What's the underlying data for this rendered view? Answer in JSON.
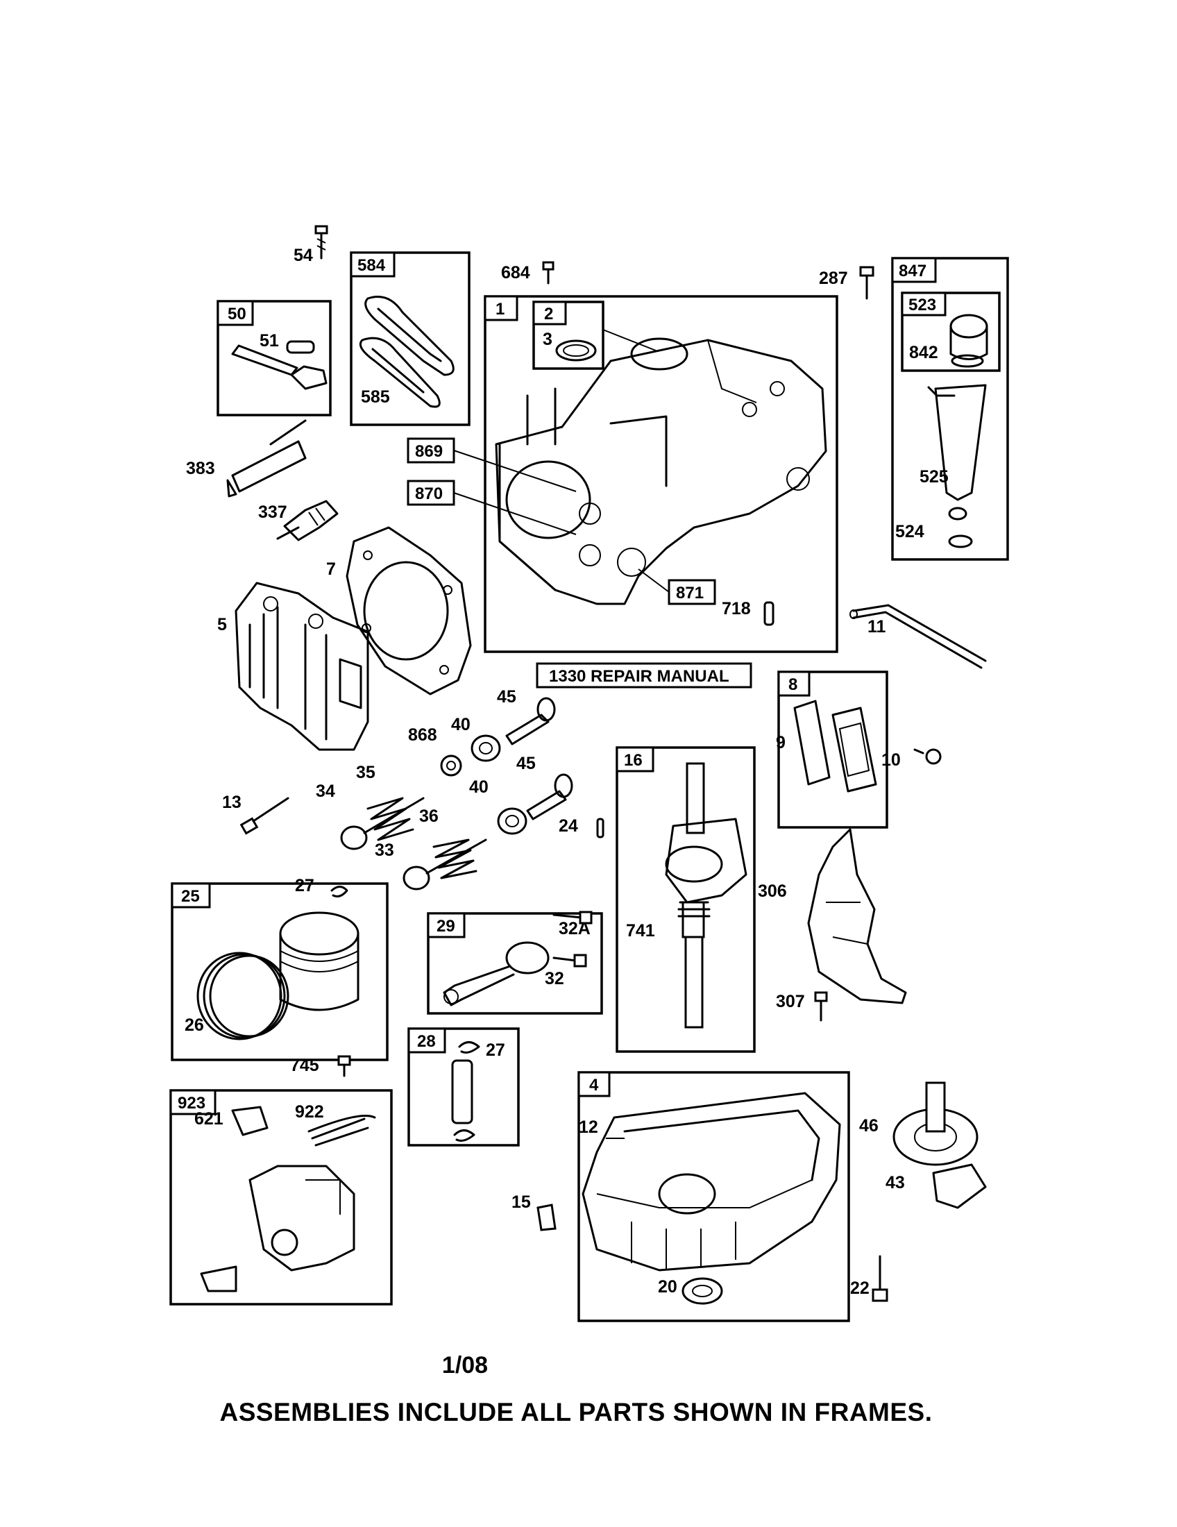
{
  "diagram": {
    "frames": {
      "f1": "1",
      "f2": "2",
      "f4": "4",
      "f8": "8",
      "f16": "16",
      "f25": "25",
      "f28": "28",
      "f29": "29",
      "f50": "50",
      "f523": "523",
      "f584": "584",
      "f847": "847",
      "f923": "923"
    },
    "boxed": {
      "b869": "869",
      "b870": "870",
      "b871": "871",
      "manual": "1330 REPAIR MANUAL"
    },
    "labels": {
      "l3": "3",
      "l5": "5",
      "l7": "7",
      "l9": "9",
      "l10": "10",
      "l11": "11",
      "l12": "12",
      "l13": "13",
      "l15": "15",
      "l20": "20",
      "l22": "22",
      "l24": "24",
      "l26": "26",
      "l27a": "27",
      "l27b": "27",
      "l32": "32",
      "l32a": "32A",
      "l33": "33",
      "l34": "34",
      "l35": "35",
      "l36": "36",
      "l40a": "40",
      "l40b": "40",
      "l43": "43",
      "l45a": "45",
      "l45b": "45",
      "l46": "46",
      "l51": "51",
      "l54": "54",
      "l287": "287",
      "l306": "306",
      "l307": "307",
      "l337": "337",
      "l383": "383",
      "l524": "524",
      "l525": "525",
      "l585": "585",
      "l621": "621",
      "l684": "684",
      "l718": "718",
      "l741": "741",
      "l745": "745",
      "l842": "842",
      "l868": "868",
      "l922": "922"
    }
  },
  "footer": {
    "date": "1/08",
    "note": "ASSEMBLIES INCLUDE ALL PARTS SHOWN IN FRAMES."
  }
}
